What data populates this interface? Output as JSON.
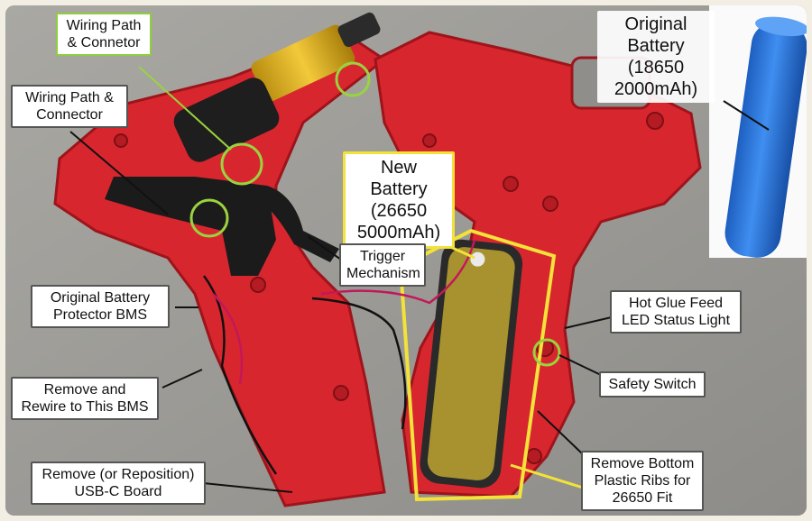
{
  "labels": {
    "wiring_path_connetor": "Wiring Path\n& Connetor",
    "wiring_path_connector": "Wiring Path &\nConnector",
    "original_battery": "Original Battery\n(18650\n2000mAh)",
    "new_battery": "New Battery\n(26650\n5000mAh)",
    "trigger_mechanism": "Trigger\nMechanism",
    "original_battery_bms": "Original Battery\nProtector BMS",
    "hot_glue_feed": "Hot Glue Feed\nLED Status Light",
    "safety_switch": "Safety Switch",
    "remove_rewire": "Remove and\nRewire to This BMS",
    "remove_ribs": "Remove Bottom\nPlastic Ribs for\n26650 Fit",
    "remove_usbc": "Remove (or Reposition)\nUSB-C Board"
  },
  "colors": {
    "housing_red": "#d8262e",
    "callout_green": "#9ad33f",
    "callout_yellow": "#f2e23a",
    "battery_blue": "#1f6fd0"
  }
}
